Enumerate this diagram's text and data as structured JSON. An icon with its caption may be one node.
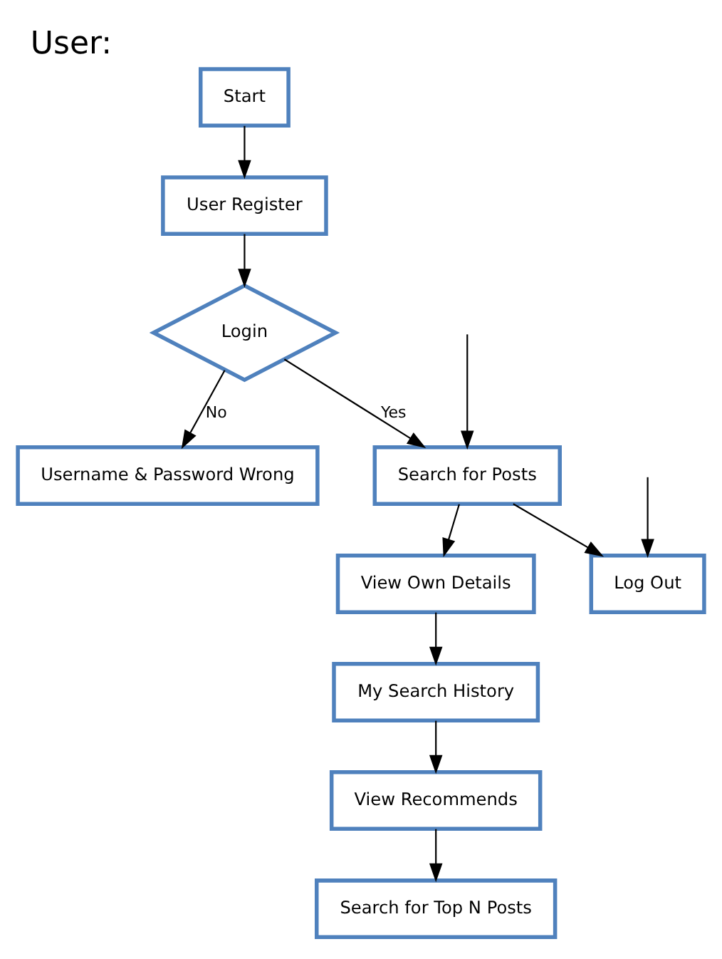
{
  "diagram": {
    "title": "User:",
    "nodes": [
      {
        "text": [
          "Start"
        ]
      },
      {
        "text": [
          "User Register"
        ]
      },
      {
        "text": [
          "Login"
        ]
      },
      {
        "text": [
          "Search for Posts"
        ]
      },
      {
        "text": [
          "Username & Password Wrong"
        ]
      },
      {
        "text": [
          "View Own Details"
        ]
      },
      {
        "text": [
          "Log Out"
        ]
      },
      {
        "text": [
          "My Search History"
        ]
      },
      {
        "text": [
          "View Recommends"
        ]
      },
      {
        "text": [
          "Search for Top N Posts"
        ]
      }
    ],
    "edges": [
      {
        "from": 0,
        "to": 1,
        "arrow": "to"
      },
      {
        "from": 1,
        "to": 2,
        "arrow": "to"
      },
      {
        "from": 2,
        "to": 3,
        "label": "Yes",
        "arrow": "to"
      },
      {
        "from": 2,
        "to": 4,
        "label": "No",
        "arrow": "to"
      },
      {
        "from": 3,
        "to": 5,
        "arrow": "to"
      },
      {
        "from": 3,
        "to": 6,
        "arrow": "to"
      },
      {
        "from": 5,
        "to": 7,
        "arrow": "to"
      },
      {
        "from": 7,
        "to": 8,
        "arrow": "to"
      },
      {
        "from": 8,
        "to": 9,
        "arrow": "to"
      },
      {
        "from": null,
        "to": 3,
        "arrow": "to"
      },
      {
        "from": null,
        "to": 6,
        "arrow": "to"
      }
    ]
  }
}
